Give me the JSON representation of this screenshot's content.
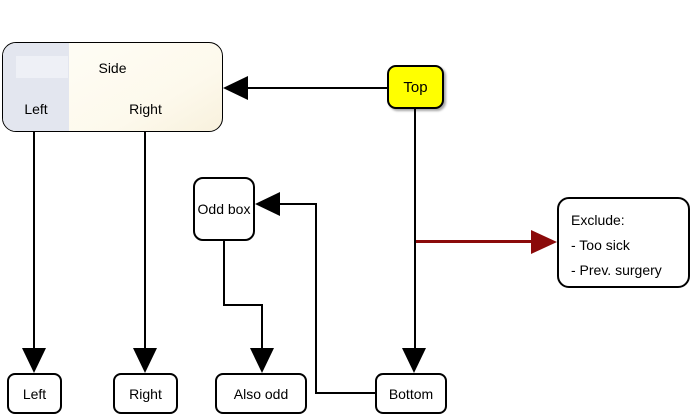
{
  "nodes": {
    "side": {
      "title": "Side",
      "left_label": "Left",
      "right_label": "Right"
    },
    "top": {
      "label": "Top"
    },
    "odd": {
      "label": "Odd box"
    },
    "exclude": {
      "lines": [
        "Exclude:",
        "- Too sick",
        "- Prev. surgery"
      ]
    },
    "bottom_left": {
      "label": "Left"
    },
    "bottom_right": {
      "label": "Right"
    },
    "also_odd": {
      "label": "Also odd"
    },
    "bottom": {
      "label": "Bottom"
    }
  },
  "colors": {
    "top_box_fill": "#FFFF00",
    "side_left_fill": "#E3E6EF",
    "side_left_highlight": "#EEF0F6",
    "side_right_fill": "#FDF9EC",
    "exclude_arrow_color": "#8B0A0A",
    "line_color": "#000000"
  }
}
